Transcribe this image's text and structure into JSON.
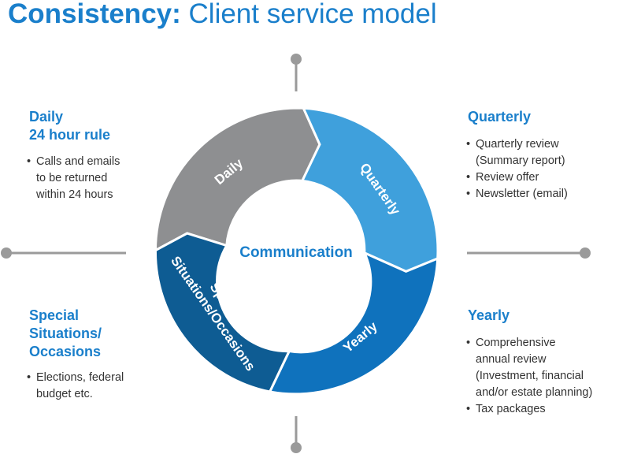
{
  "title": {
    "bold": "Consistency:",
    "rest": "Client service model"
  },
  "colors": {
    "accent": "#1a7fcb",
    "daily": "#8e8f91",
    "quarterly": "#3fa0dc",
    "yearly": "#0f72bd",
    "special": "#0e5c93",
    "connector": "#9a9a9a"
  },
  "center": {
    "label": "Communication"
  },
  "segments": {
    "daily": {
      "label": "Daily"
    },
    "quarterly": {
      "label": "Quarterly"
    },
    "yearly": {
      "label": "Yearly"
    },
    "special": {
      "line1": "Special",
      "line2": "Situations/Occasions"
    }
  },
  "panels": {
    "daily": {
      "heading": [
        "Daily",
        "24 hour rule"
      ],
      "bullets": [
        "Calls and emails\nto be returned\nwithin 24 hours"
      ]
    },
    "quarterly": {
      "heading": [
        "Quarterly"
      ],
      "bullets": [
        "Quarterly review\n(Summary report)",
        "Review offer",
        "Newsletter (email)"
      ]
    },
    "special": {
      "heading": [
        "Special",
        "Situations/",
        "Occasions"
      ],
      "bullets": [
        "Elections, federal\nbudget etc."
      ]
    },
    "yearly": {
      "heading": [
        "Yearly"
      ],
      "bullets": [
        "Comprehensive\nannual review\n(Investment, financial\nand/or estate planning)",
        "Tax packages"
      ]
    }
  }
}
